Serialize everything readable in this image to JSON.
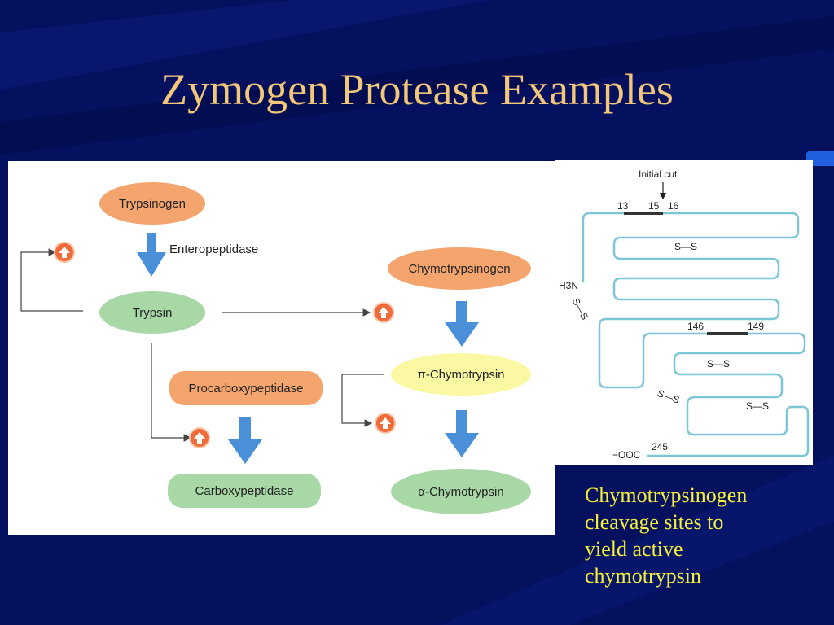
{
  "slide": {
    "title": "Zymogen Protease Examples",
    "caption_lines": [
      "Chymotrypsinogen",
      "cleavage sites to",
      "yield active",
      "chymotrypsin"
    ]
  },
  "pathway": {
    "trypsinogen": "Trypsinogen",
    "enteropeptidase": "Enteropeptidase",
    "trypsin": "Trypsin",
    "chymotrypsinogen": "Chymotrypsinogen",
    "pi_chymotrypsin": "π-Chymotrypsin",
    "procarboxypeptidase": "Procarboxypeptidase",
    "carboxypeptidase": "Carboxypeptidase",
    "alpha_chymotrypsin": "α-Chymotrypsin"
  },
  "structure": {
    "initial_cut": "Initial cut",
    "res_13": "13",
    "res_15": "15",
    "res_16": "16",
    "res_146": "146",
    "res_149": "149",
    "res_245": "245",
    "n_terminus": "H3N",
    "c_terminus": "−OOC",
    "disulfide": "S—S"
  },
  "colors": {
    "background": "#05105e",
    "title": "#f3c77a",
    "caption": "#f5f03a",
    "chain": "#7cc6d6",
    "arrow": "#4a90d9",
    "activation": "#f06a3a"
  }
}
